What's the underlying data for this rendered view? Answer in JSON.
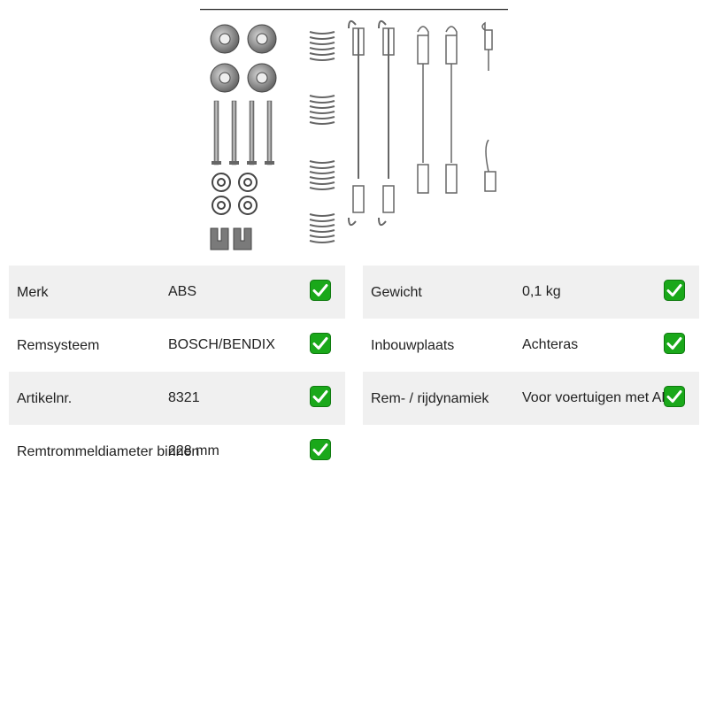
{
  "product": {
    "image_icon": "brake-shoe-fitting-kit-image"
  },
  "specs_left": [
    {
      "label": "Merk",
      "value": "ABS",
      "verified_icon": "check-icon"
    },
    {
      "label": "Remsysteem",
      "value": "BOSCH/BENDIX",
      "verified_icon": "check-icon"
    },
    {
      "label": "Artikelnr.",
      "value": "8321",
      "verified_icon": "check-icon"
    },
    {
      "label": "Remtrommeldiameter binnen",
      "value": "228 mm",
      "verified_icon": "check-icon"
    }
  ],
  "specs_right": [
    {
      "label": "Gewicht",
      "value": "0,1 kg",
      "verified_icon": "check-icon"
    },
    {
      "label": "Inbouwplaats",
      "value": "Achteras",
      "verified_icon": "check-icon"
    },
    {
      "label": "Rem- / rijdynamiek",
      "value": "Voor voertuigen met ABS",
      "verified_icon": "check-icon"
    }
  ],
  "colors": {
    "row_shade": "#f0f0f0",
    "check_fill": "#1aa81a",
    "part_metal": "#8a8a8a"
  }
}
